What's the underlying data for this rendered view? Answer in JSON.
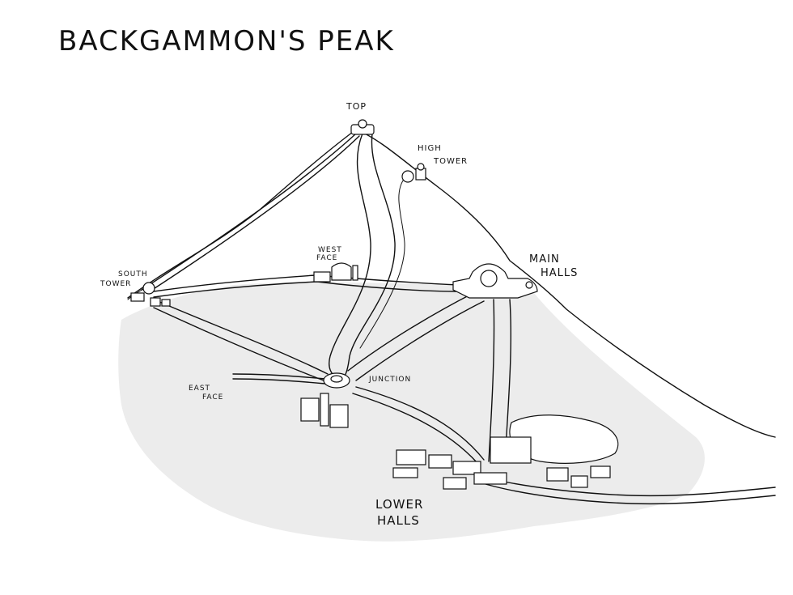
{
  "title": "BACKGAMMON'S PEAK",
  "labels": {
    "top": "TOP",
    "high_tower_1": "HIGH",
    "high_tower_2": "TOWER",
    "main_halls_1": "MAIN",
    "main_halls_2": "HALLS",
    "west_face_1": "WEST",
    "west_face_2": "FACE",
    "south_tower_1": "SOUTH",
    "south_tower_2": "TOWER",
    "junction": "JUNCTION",
    "east_face_1": "EAST",
    "east_face_2": "FACE",
    "lower_halls_1": "LOWER",
    "lower_halls_2": "HALLS"
  },
  "colors": {
    "ink": "#111111",
    "shade": "#ececec",
    "paper": "#ffffff"
  }
}
